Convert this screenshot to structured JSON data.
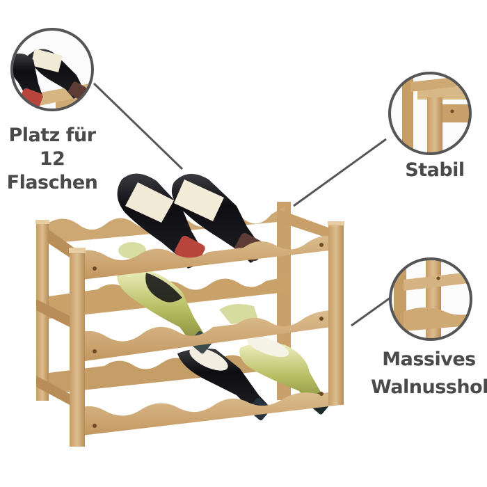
{
  "features": {
    "capacity": {
      "line1": "Platz für 12",
      "line2": "Flaschen"
    },
    "stable": {
      "text": "Stabil"
    },
    "material": {
      "line1": "Massives",
      "line2": "Walnussholz"
    }
  },
  "colors": {
    "wood_light": "#d9b98a",
    "wood_mid": "#c49a63",
    "wood_dark": "#9c7443",
    "bottle_dark": "#1a1a1e",
    "bottle_white": "#b9bf6a",
    "capsule_red": "#b2453b",
    "capsule_brown": "#5a3b34",
    "callout_ring": "#555555",
    "label_text": "#4a4a4a"
  }
}
